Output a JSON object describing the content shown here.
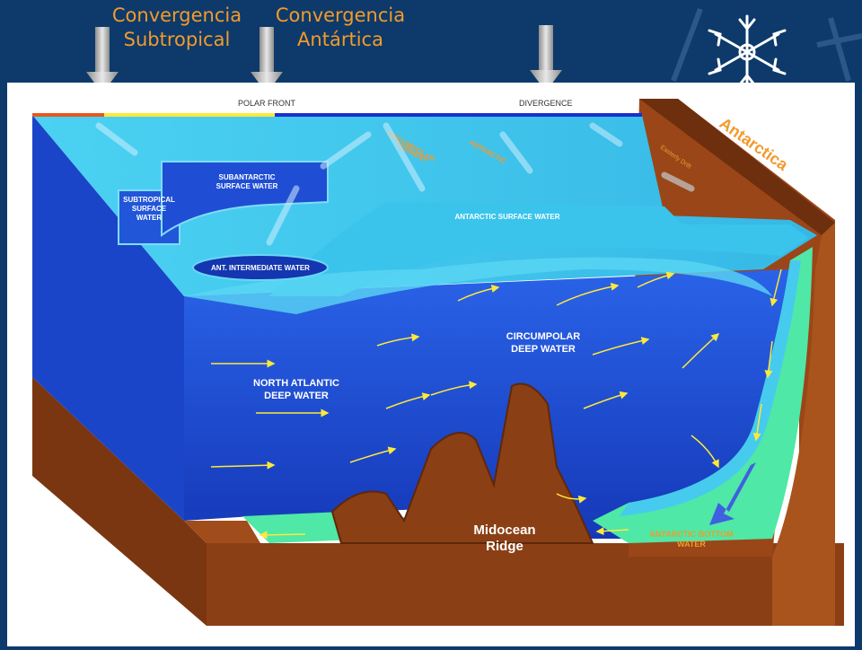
{
  "header": {
    "conv_subtropical": {
      "line1": "Convergencia",
      "line2": "Subtropical"
    },
    "conv_antartica": {
      "line1": "Convergencia",
      "line2": "Antártica"
    }
  },
  "diagram": {
    "surface_labels": {
      "polar_front": "POLAR FRONT",
      "divergence": "DIVERGENCE"
    },
    "continent": "Antarctica",
    "easterly_drift": "Easterly Drift",
    "water_masses": {
      "subtropical_surface": [
        "SUBTROPICAL",
        "SURFACE",
        "WATER"
      ],
      "subantarctic_surface": [
        "SUBANTARCTIC",
        "SURFACE WATER"
      ],
      "circumpolar_current": [
        "CIRCUMPOLAR",
        "CURRENT"
      ],
      "antarctic": "ANTARCTIC",
      "antarctic_surface": "ANTARCTIC SURFACE WATER",
      "ant_intermediate": "ANT. INTERMEDIATE WATER",
      "circumpolar_deep": [
        "CIRCUMPOLAR",
        "DEEP WATER"
      ],
      "north_atlantic_deep": [
        "NORTH ATLANTIC",
        "DEEP WATER"
      ],
      "antarctic_bottom": [
        "ANTARCTIC BOTTOM",
        "WATER"
      ]
    },
    "ridge": [
      "Midocean",
      "Ridge"
    ]
  },
  "colors": {
    "background": "#0d3a6a",
    "header_text": "#f39a2c",
    "deep_water": "#1d4fd6",
    "surface_water": "#43ccef",
    "bottom_water": "#4fe8a6",
    "seafloor": "#8b3f14",
    "arrow_yellow": "#ffe83a"
  },
  "icons": [
    "arrow-down-icon",
    "snowflake-icon"
  ]
}
